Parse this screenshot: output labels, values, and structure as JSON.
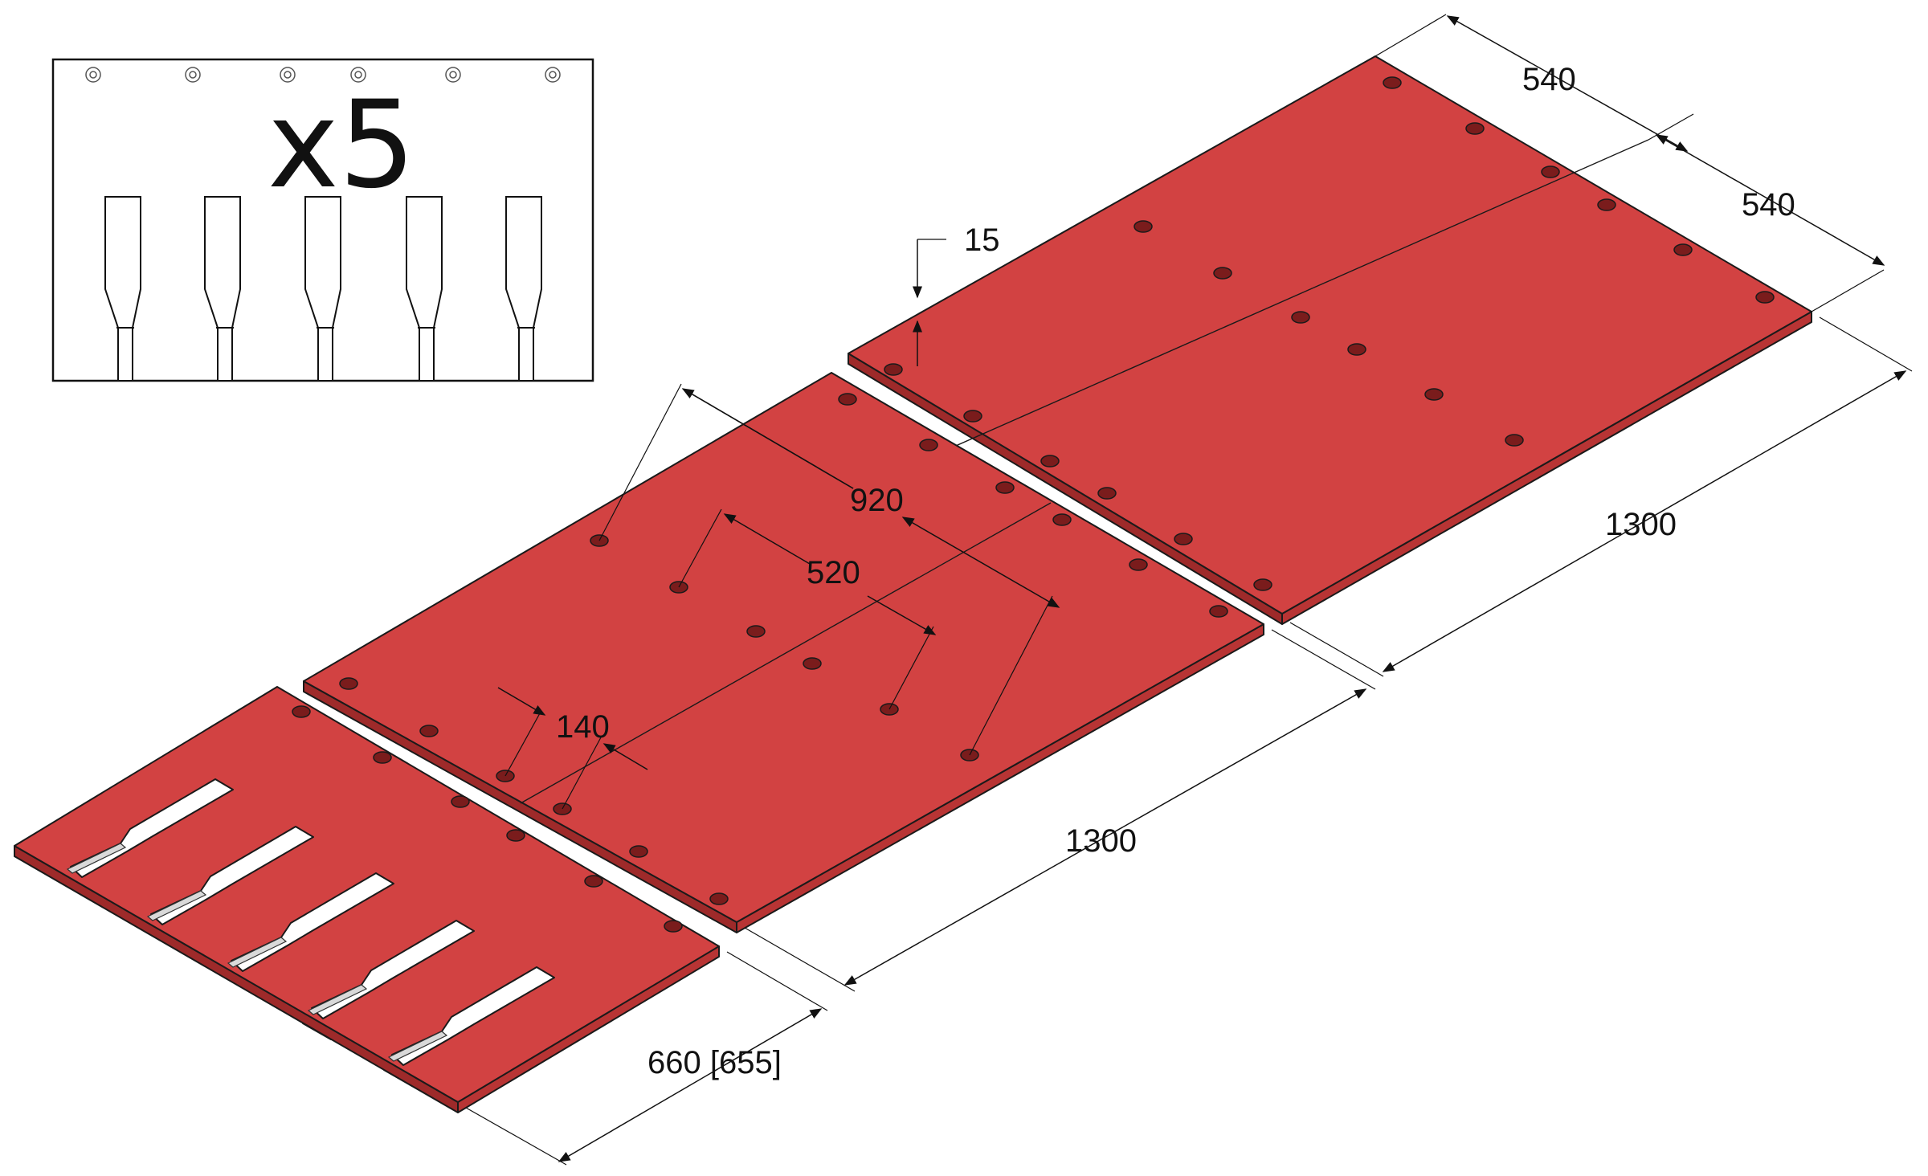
{
  "inset": {
    "count_label": "x5"
  },
  "dimensions": {
    "top_width_a": "540",
    "top_width_b": "540",
    "thickness": "15",
    "length_top": "1300",
    "diag_920": "920",
    "diag_520": "520",
    "diag_140": "140",
    "length_middle": "1300",
    "width_bottom": "660 [655]"
  },
  "colors": {
    "plate": "#d24242",
    "plate_edge": "#9e2a2a",
    "background": "#ffffff",
    "line": "#111111"
  }
}
